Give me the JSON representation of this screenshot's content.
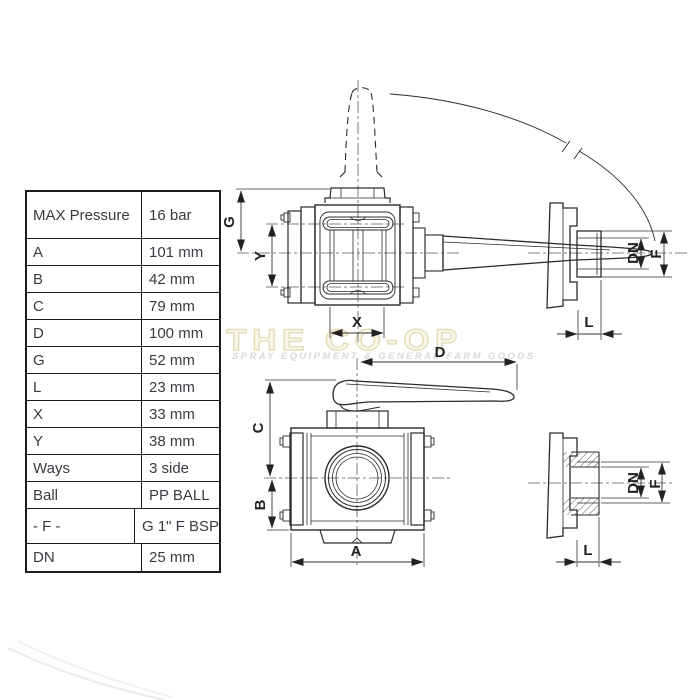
{
  "colors": {
    "line": "#2b2b2b",
    "table_border": "#1c1c1c",
    "table_text": "#3a3a42",
    "watermark_title_fill": "#faf7ea",
    "watermark_title_outline": "#e4deba",
    "watermark_tagline": "#d8d8d8"
  },
  "table": {
    "rows": [
      {
        "label": "MAX Pressure",
        "value": "16 bar"
      },
      {
        "label": "A",
        "value": "101 mm"
      },
      {
        "label": "B",
        "value": "42 mm"
      },
      {
        "label": "C",
        "value": "79 mm"
      },
      {
        "label": "D",
        "value": "100 mm"
      },
      {
        "label": "G",
        "value": "52 mm"
      },
      {
        "label": "L",
        "value": "23 mm"
      },
      {
        "label": "X",
        "value": "33 mm"
      },
      {
        "label": "Y",
        "value": "38 mm"
      },
      {
        "label": "Ways",
        "value": "3 side"
      },
      {
        "label": "Ball",
        "value": "PP BALL"
      },
      {
        "label": "- F -",
        "value": "G 1\" F BSP"
      },
      {
        "label": "DN",
        "value": "25 mm"
      }
    ]
  },
  "watermark": {
    "title": "THE CO-OP",
    "tagline": "SPRAY EQUIPMENT & GENERAL FARM GOODS"
  },
  "dims": {
    "g": "G",
    "y": "Y",
    "x": "X",
    "d": "D",
    "c": "C",
    "b": "B",
    "a": "A",
    "dn": "DN",
    "f": "F",
    "l": "L"
  }
}
